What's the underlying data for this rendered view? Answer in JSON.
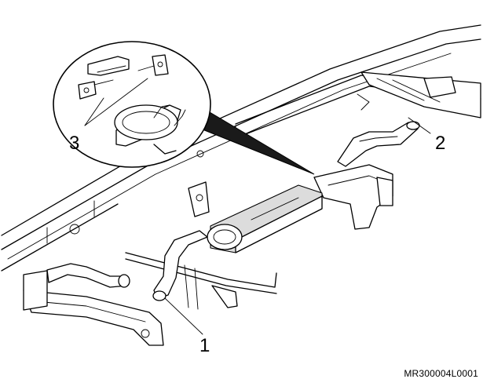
{
  "callouts": {
    "one": "1",
    "two": "2",
    "three": "3"
  },
  "figure_id": "MR300004L0001",
  "colors": {
    "line": "#000000",
    "background": "#ffffff"
  }
}
